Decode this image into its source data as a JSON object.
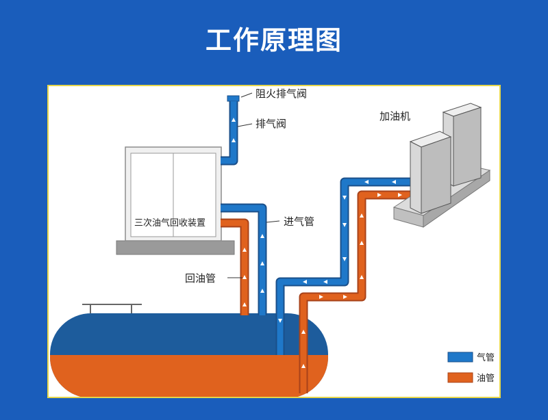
{
  "page": {
    "title": "工作原理图"
  },
  "labels": {
    "flame_arrester": "阻火排气阀",
    "vent_valve": "排气阀",
    "recovery_unit": "三次油气回收装置",
    "vapor_inlet": "进气管",
    "return_pipe": "回油管",
    "dispenser": "加油机"
  },
  "legend": {
    "items": [
      {
        "label": "气管",
        "color": "#1f78c9"
      },
      {
        "label": "油管",
        "color": "#e0621e"
      }
    ]
  },
  "colors": {
    "background": "#1a5dbb",
    "gas_pipe": "#1f78c9",
    "oil_pipe": "#e0621e",
    "tank_top": "#1d5c9c",
    "tank_bottom": "#e0621e",
    "panel_border": "#e5d64a"
  }
}
